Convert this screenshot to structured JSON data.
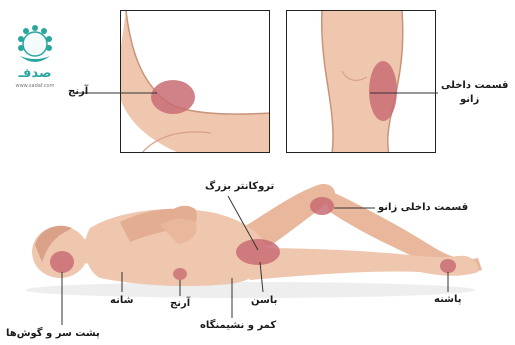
{
  "logo": {
    "name": "صدفـ",
    "subtitle": "www.sadaf.com"
  },
  "labels": {
    "elbow_inset": "آرنج",
    "knee_inset_line1": "قسمت داخلی",
    "knee_inset_line2": "زانو",
    "greater_trochanter": "تروکانتر بزرگ",
    "inner_knee": "قسمت داخلی زانو",
    "heel": "پاشنه",
    "buttock": "باسن",
    "elbow": "آرنج",
    "lower_back_sacrum": "کمر و نشیمنگاه",
    "shoulder": "شانه",
    "head_and_ears": "پشت سر و گوش‌ها"
  },
  "colors": {
    "skin": "#efc6ae",
    "skin_shade": "#d9a288",
    "pressure_area": "#c96c73",
    "line": "#333333",
    "logo_teal": "#2aa6a0"
  }
}
